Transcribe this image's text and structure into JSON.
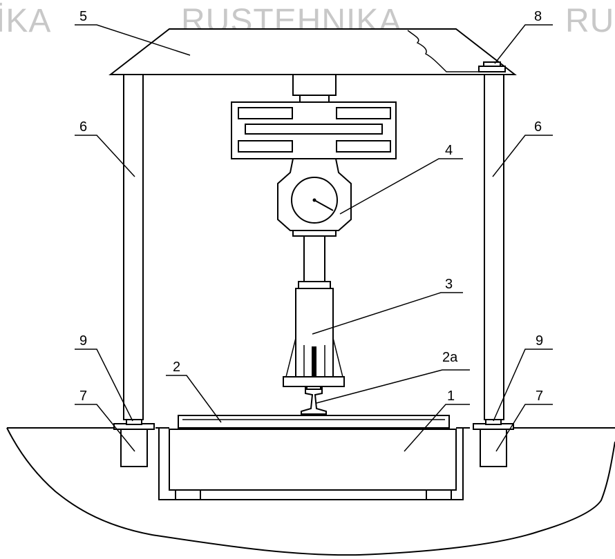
{
  "watermark": {
    "left_fragment": "İKA",
    "center": "RUSTEHNIKA",
    "right_fragment": "RU"
  },
  "labels": {
    "l1": "1",
    "l2": "2",
    "l2a": "2a",
    "l3": "3",
    "l4": "4",
    "l5": "5",
    "l6_left": "6",
    "l6_right": "6",
    "l7_left": "7",
    "l7_right": "7",
    "l8": "8",
    "l9_left": "9",
    "l9_right": "9"
  }
}
